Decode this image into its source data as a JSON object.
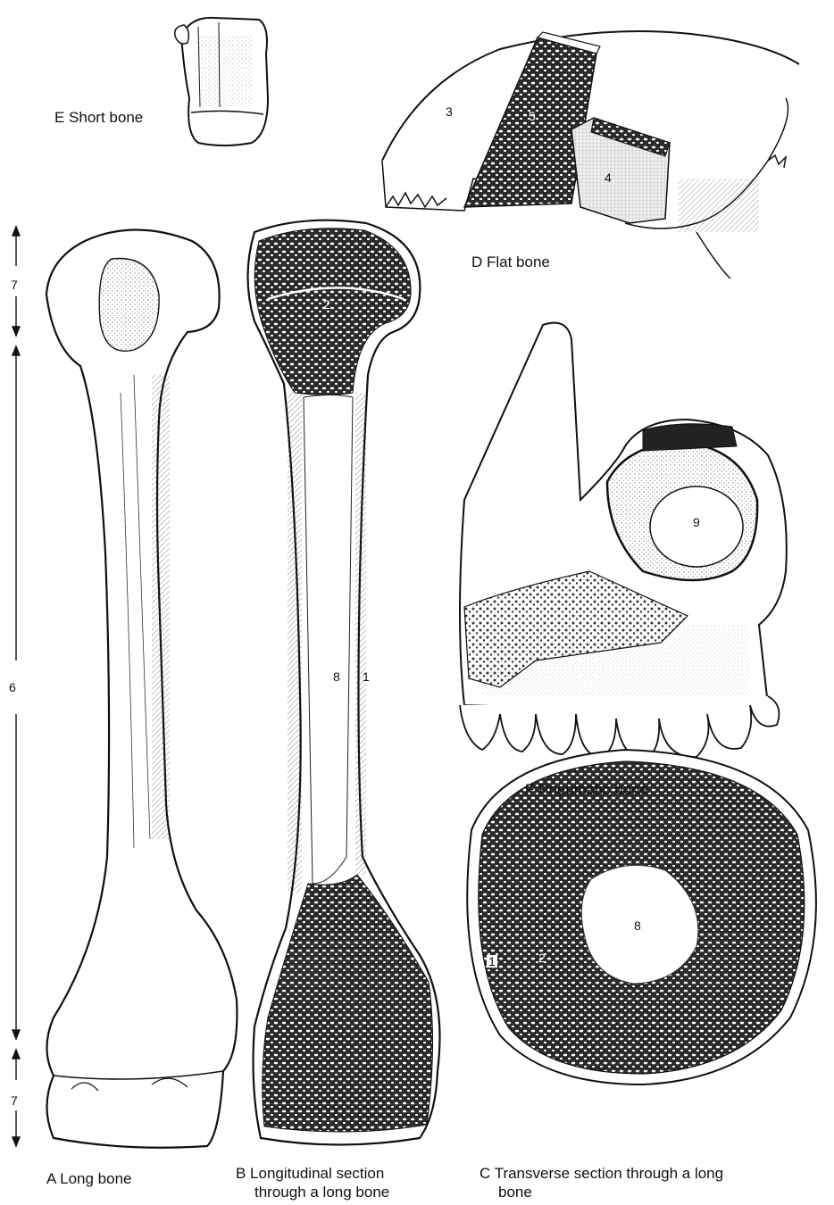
{
  "captions": {
    "long_bone": "A Long bone",
    "longitudinal_line1": "B Longitudinal section",
    "longitudinal_line2": "through a long bone",
    "transverse_line1": "C Transverse section through a long",
    "transverse_line2": "bone",
    "flat_bone": "D Flat bone",
    "short_bone": "E Short bone",
    "pneumatic_bone": "F Pneumatic bone"
  },
  "labels": {
    "l1": "1",
    "l2": "2",
    "l3": "3",
    "l4": "4",
    "l5": "5",
    "l6": "6",
    "l7": "7",
    "l8": "8",
    "l9": "9"
  },
  "palette": {
    "ink": "#111111",
    "paper": "#ffffff",
    "spongy": "#2a2a2a",
    "marrow_shade": "#f2f2f2"
  }
}
